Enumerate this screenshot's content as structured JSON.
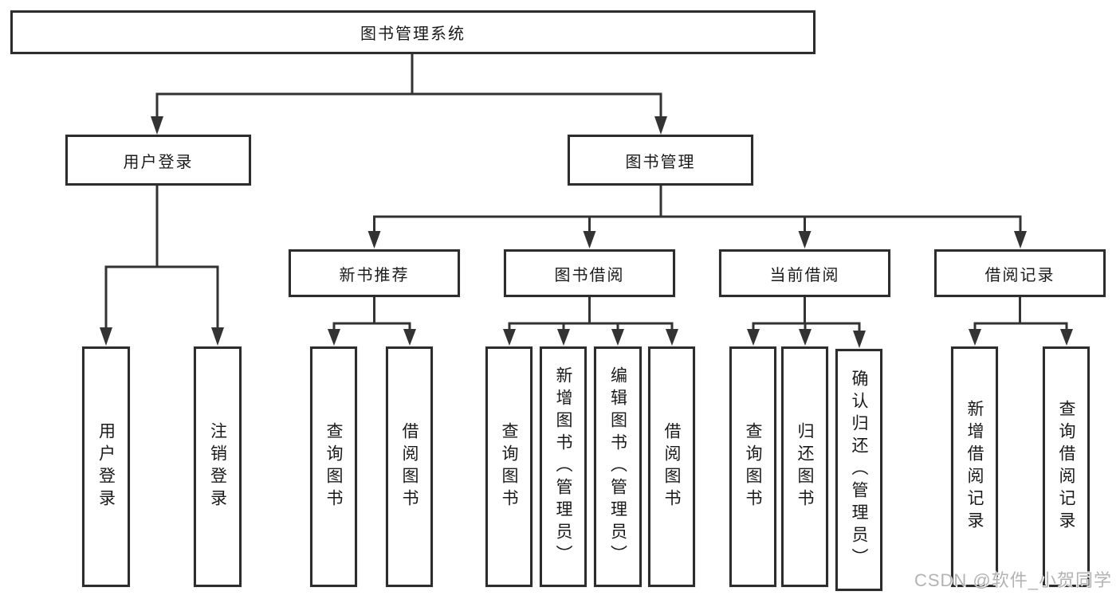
{
  "nodes": {
    "root": "图书管理系统",
    "user_login": "用户登录",
    "book_mgmt": "图书管理",
    "new_book_rec": "新书推荐",
    "book_borrow": "图书借阅",
    "current_borrow": "当前借阅",
    "borrow_records": "借阅记录",
    "leaf_user_login": "用户登录",
    "leaf_logout": "注销登录",
    "rec_query_book": "查询图书",
    "rec_borrow_book": "借阅图书",
    "bb_query_book": "查询图书",
    "bb_add_book": "新增图书（管理员）",
    "bb_edit_book": "编辑图书（管理员）",
    "bb_borrow_book": "借阅图书",
    "cb_query_book": "查询图书",
    "cb_return_book": "归还图书",
    "cb_confirm_return": "确认归还（管理员）",
    "br_add_record": "新增借阅记录",
    "br_query_record": "查询借阅记录"
  },
  "watermark": {
    "text": "CSDN @软件_小贺同学"
  },
  "colors": {
    "line": "#333333",
    "box_border": "#2d2d2d",
    "box_fill": "#ffffff",
    "text": "#1a1a1a",
    "watermark": "#b3b3b3"
  }
}
